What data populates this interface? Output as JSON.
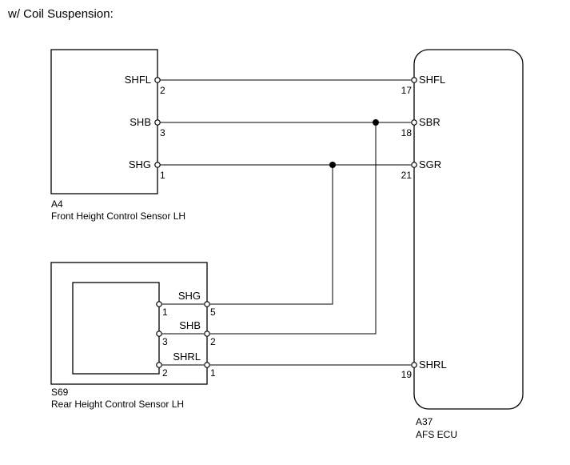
{
  "heading": "w/ Coil Suspension:",
  "front_sensor": {
    "code": "A4",
    "name": "Front Height Control Sensor LH",
    "terminals": [
      {
        "signal": "SHFL",
        "pin": "2"
      },
      {
        "signal": "SHB",
        "pin": "3"
      },
      {
        "signal": "SHG",
        "pin": "1"
      }
    ]
  },
  "ecu": {
    "code": "A37",
    "name": "AFS ECU",
    "terminals": [
      {
        "signal": "SHFL",
        "pin": "17"
      },
      {
        "signal": "SBR",
        "pin": "18"
      },
      {
        "signal": "SGR",
        "pin": "21"
      },
      {
        "signal": "SHRL",
        "pin": "19"
      }
    ]
  },
  "rear_sensor": {
    "code": "S69",
    "name": "Rear Height Control Sensor LH",
    "inner_pins": [
      "1",
      "3",
      "2"
    ],
    "terminals": [
      {
        "signal": "SHG",
        "pin": "5"
      },
      {
        "signal": "SHB",
        "pin": "2"
      },
      {
        "signal": "SHRL",
        "pin": "1"
      }
    ]
  },
  "colors": {
    "line": "#000000",
    "background": "#ffffff"
  }
}
